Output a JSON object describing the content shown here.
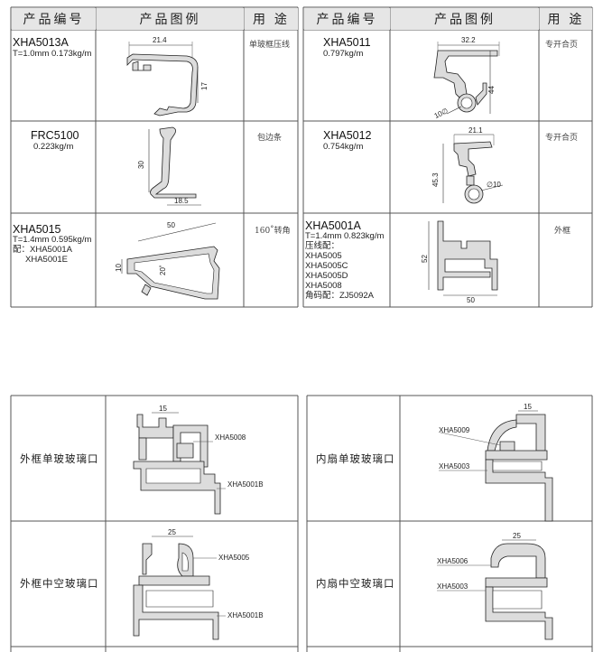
{
  "header": {
    "col_code": "产品编号",
    "col_drawing": "产品图例",
    "col_use": "用 途"
  },
  "products_left": [
    {
      "code": "XHA5013A",
      "specs": [
        "T=1.0mm  0.173kg/m"
      ],
      "use": "单玻框压线",
      "dims": [
        "21.4",
        "17"
      ]
    },
    {
      "code": "FRC5100",
      "specs": [
        "0.223kg/m"
      ],
      "use": "包边条",
      "dims": [
        "30",
        "18.5"
      ]
    },
    {
      "code": "XHA5015",
      "specs": [
        "T=1.4mm  0.595kg/m",
        "配：XHA5001A",
        "XHA5001E"
      ],
      "use": "160˚转角",
      "dims": [
        "50",
        "10",
        "20˚"
      ]
    }
  ],
  "products_right": [
    {
      "code": "XHA5011",
      "specs": [
        "0.797kg/m"
      ],
      "use": "专开合页",
      "dims": [
        "32.2",
        "44",
        "10∅"
      ]
    },
    {
      "code": "XHA5012",
      "specs": [
        "0.754kg/m"
      ],
      "use": "专开合页",
      "dims": [
        "21.1",
        "45.3",
        "∅10"
      ]
    },
    {
      "code": "XHA5001A",
      "specs": [
        "T=1.4mm  0.823kg/m",
        "压线配：",
        "XHA5005",
        "XHA5005C",
        "XHA5005D",
        "XHA5008",
        "角码配：ZJ5092A"
      ],
      "use": "外框",
      "dims": [
        "52",
        "50"
      ]
    }
  ],
  "assemblies_left": [
    {
      "caption": "外框单玻玻璃口",
      "labels": [
        "XHA5008",
        "XHA5001B"
      ],
      "dim": "15"
    },
    {
      "caption": "外框中空玻璃口",
      "labels": [
        "XHA5005",
        "XHA5001B"
      ],
      "dim": "25"
    }
  ],
  "assemblies_right": [
    {
      "caption": "内扇单玻玻璃口",
      "labels": [
        "XHA5009",
        "XHA5003"
      ],
      "dim": "15"
    },
    {
      "caption": "内扇中空玻璃口",
      "labels": [
        "XHA5006",
        "XHA5003"
      ],
      "dim": "25"
    }
  ]
}
